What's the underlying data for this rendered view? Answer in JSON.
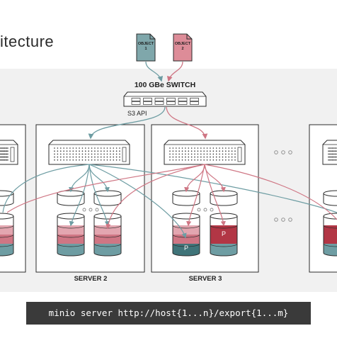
{
  "title": "itecture",
  "objects": [
    {
      "line1": "OBJECT",
      "line2": "1",
      "color": "#7fa7ab"
    },
    {
      "line1": "OBJECT",
      "line2": "2",
      "color": "#dd8c98"
    }
  ],
  "switch_label": "100 GBe SWITCH",
  "api_label": "S3 API",
  "servers": [
    {
      "label": "SERVER 2"
    },
    {
      "label": "SERVER 3"
    }
  ],
  "parity_label": "P",
  "ellipsis": "...",
  "command": "minio server http://host{1...n}/export{1...m}",
  "colors": {
    "teal": "#6e9da3",
    "teal_dark": "#3f7479",
    "pink": "#cf7684",
    "pink_light": "#e3a6b0",
    "crimson": "#b23645",
    "band": "#f1f1f1",
    "stroke": "#2b2b2b"
  }
}
